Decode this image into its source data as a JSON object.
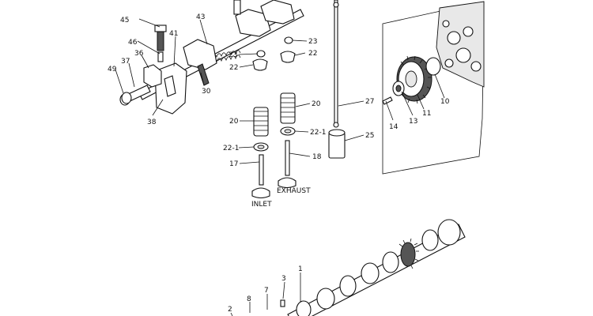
{
  "diagram": {
    "captions": {
      "inlet": "INLET",
      "exhaust": "EXHAUST"
    },
    "callouts": [
      {
        "id": "45",
        "text": "45"
      },
      {
        "id": "43",
        "text": "43"
      },
      {
        "id": "46",
        "text": "46"
      },
      {
        "id": "41",
        "text": "41"
      },
      {
        "id": "37",
        "text": "37"
      },
      {
        "id": "36",
        "text": "36"
      },
      {
        "id": "49",
        "text": "49"
      },
      {
        "id": "30",
        "text": "30"
      },
      {
        "id": "38",
        "text": "38"
      },
      {
        "id": "23a",
        "text": "23"
      },
      {
        "id": "23b",
        "text": "23"
      },
      {
        "id": "22a",
        "text": "22"
      },
      {
        "id": "22b",
        "text": "22"
      },
      {
        "id": "20a",
        "text": "20"
      },
      {
        "id": "20b",
        "text": "20"
      },
      {
        "id": "22-1a",
        "text": "22-1"
      },
      {
        "id": "22-1b",
        "text": "22-1"
      },
      {
        "id": "17",
        "text": "17"
      },
      {
        "id": "18",
        "text": "18"
      },
      {
        "id": "27",
        "text": "27"
      },
      {
        "id": "25",
        "text": "25"
      },
      {
        "id": "14",
        "text": "14"
      },
      {
        "id": "13",
        "text": "13"
      },
      {
        "id": "11",
        "text": "11"
      },
      {
        "id": "10",
        "text": "10"
      },
      {
        "id": "3",
        "text": "3"
      },
      {
        "id": "1",
        "text": "1"
      },
      {
        "id": "7",
        "text": "7"
      },
      {
        "id": "8",
        "text": "8"
      },
      {
        "id": "2",
        "text": "2"
      }
    ]
  }
}
